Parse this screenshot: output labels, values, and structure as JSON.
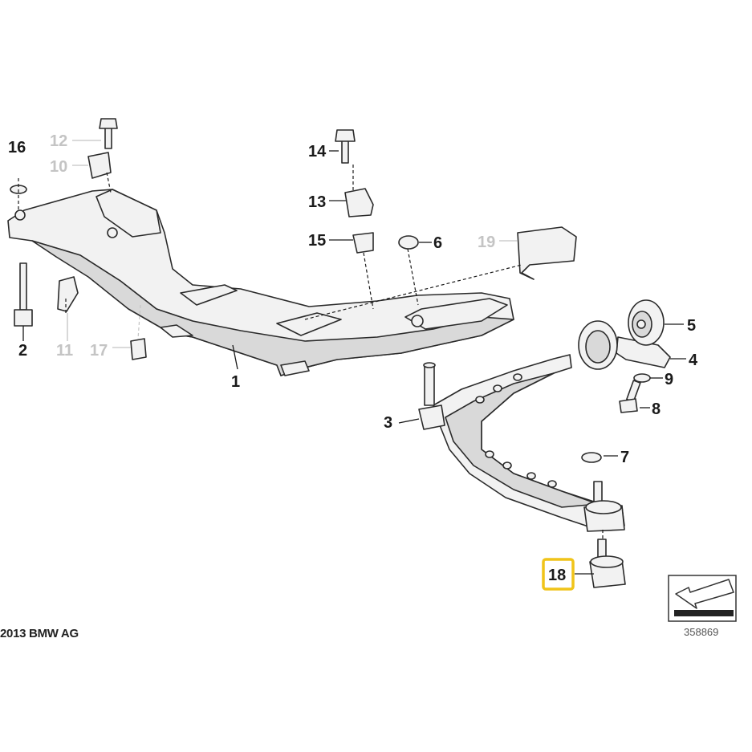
{
  "diagram": {
    "callouts": [
      {
        "id": "c1",
        "label": "1"
      },
      {
        "id": "c2",
        "label": "2"
      },
      {
        "id": "c3",
        "label": "3"
      },
      {
        "id": "c4",
        "label": "4"
      },
      {
        "id": "c5",
        "label": "5"
      },
      {
        "id": "c6",
        "label": "6"
      },
      {
        "id": "c7",
        "label": "7"
      },
      {
        "id": "c8",
        "label": "8"
      },
      {
        "id": "c9",
        "label": "9"
      },
      {
        "id": "c10",
        "label": "10",
        "dimmed": true
      },
      {
        "id": "c11",
        "label": "11",
        "dimmed": true
      },
      {
        "id": "c12",
        "label": "12",
        "dimmed": true
      },
      {
        "id": "c13",
        "label": "13"
      },
      {
        "id": "c14",
        "label": "14"
      },
      {
        "id": "c15",
        "label": "15"
      },
      {
        "id": "c16",
        "label": "16"
      },
      {
        "id": "c17",
        "label": "17",
        "dimmed": true
      },
      {
        "id": "c18",
        "label": "18",
        "highlighted": true
      },
      {
        "id": "c19",
        "label": "19",
        "dimmed": true
      }
    ],
    "copyright": "2013 BMW AG",
    "diagram_number": "358869",
    "colors": {
      "highlight": "#f0c419",
      "dimmed_label": "#c4c4c4",
      "line": "#1a1a1a"
    }
  }
}
